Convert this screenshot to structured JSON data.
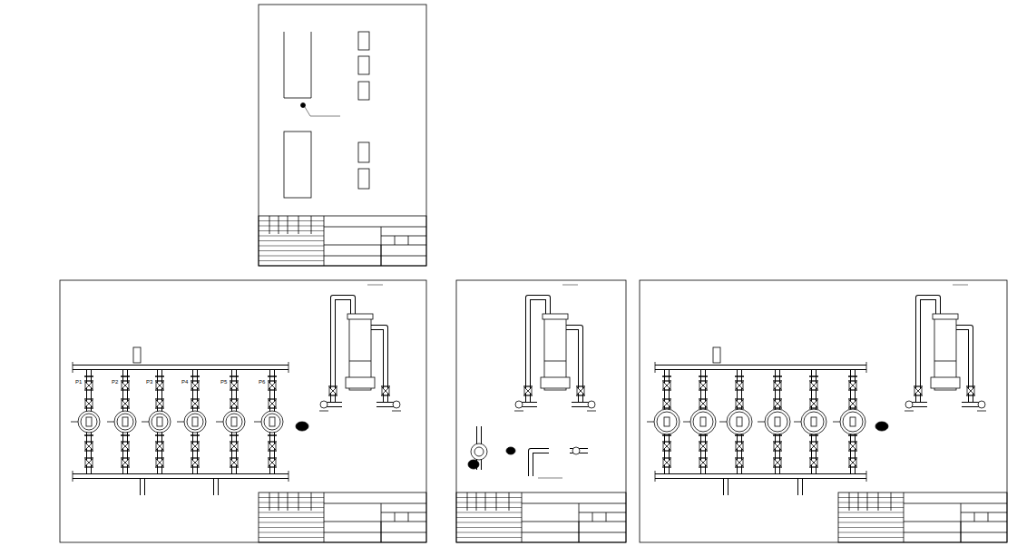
{
  "diagram": {
    "labels": [
      "P1",
      "P2",
      "P3",
      "P4",
      "P5",
      "P6"
    ]
  }
}
